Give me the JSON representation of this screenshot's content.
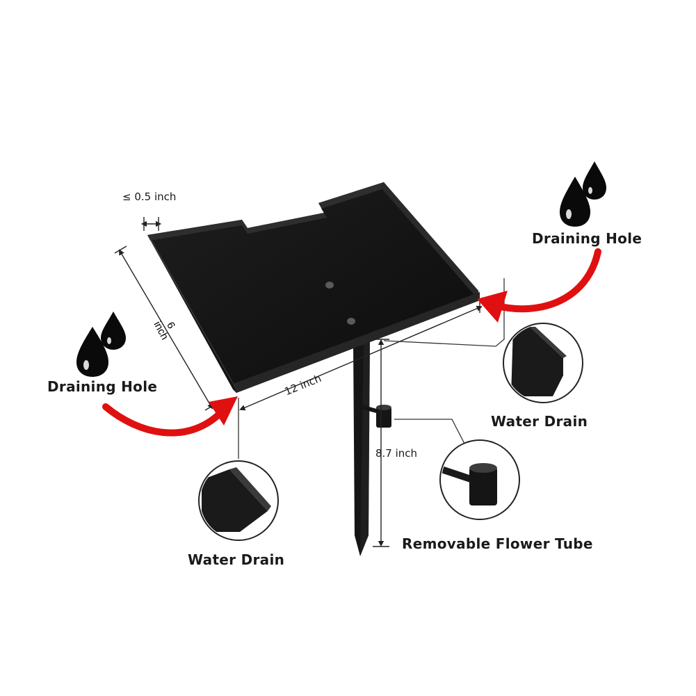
{
  "callouts": {
    "draining_hole_left": "Draining Hole",
    "draining_hole_right": "Draining Hole",
    "water_drain_left": "Water Drain",
    "water_drain_right": "Water Drain",
    "flower_tube": "Removable Flower Tube"
  },
  "dimensions": {
    "lip": "≤ 0.5 inch",
    "depth_value": "6",
    "depth_unit": "inch",
    "width": "12 inch",
    "stake": "8.7 inch"
  },
  "colors": {
    "tray": "#141414",
    "tray_edge": "#2b2b2b",
    "arrow": "#e01010",
    "line": "#222222",
    "drop": "#0a0a0a"
  },
  "icons": [
    "water-drop-icon",
    "curved-arrow-icon",
    "zoom-circle-icon"
  ]
}
